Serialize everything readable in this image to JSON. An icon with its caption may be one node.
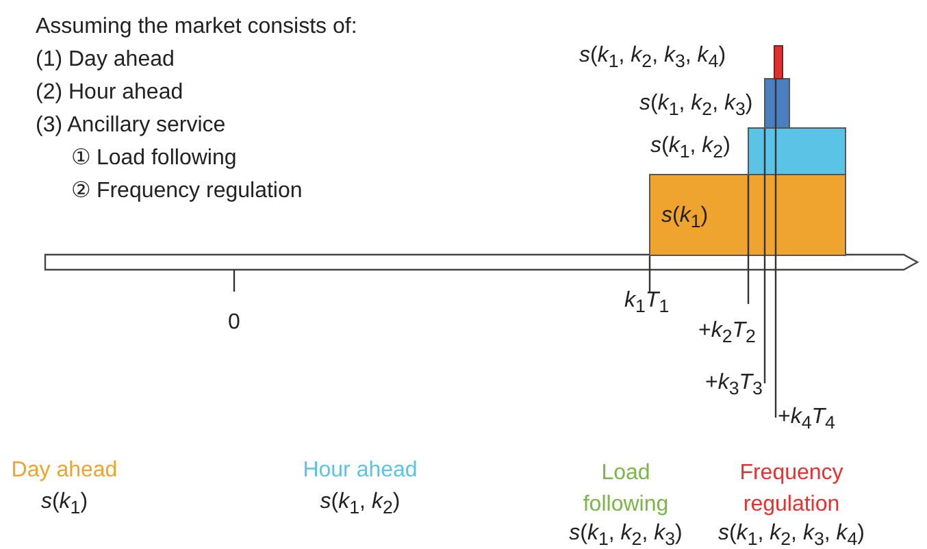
{
  "diagram": {
    "nodes": [
      {
        "text": [],
        "shape": "bar",
        "beside": [
          "*s*(*k*$_{1}$, *k*$_{2}$, *k*$_{3}$, *k*$_{4}$)"
        ]
      },
      {
        "text": [],
        "shape": "box",
        "beside": [
          "*s*(*k*$_{1}$, *k*$_{2}$, *k*$_{3}$)"
        ]
      },
      {
        "text": [],
        "shape": "box",
        "beside": [
          "*s*(*k*$_{1}$, *k*$_{2}$)"
        ]
      },
      {
        "text": [
          "*s*(*k*$_{1}$)"
        ]
      },
      {
        "text": [
          "*k*$_{1}$*T*$_{1}$"
        ]
      },
      {
        "text": [
          "+*k*$_{2}$*T*$_{2}$"
        ]
      },
      {
        "text": [
          "+*k*$_{3}$*T*$_{3}$"
        ]
      },
      {
        "text": [
          "+*k*$_{4}$*T*$_{4}$"
        ]
      }
    ],
    "edges": [
      {
        "from": 4,
        "to": 3,
        "arrow": "none"
      },
      {
        "from": 5,
        "to": 2,
        "arrow": "none"
      },
      {
        "from": 6,
        "to": 1,
        "arrow": "none"
      },
      {
        "from": 7,
        "to": 0,
        "arrow": "none"
      }
    ],
    "labels": [
      "Assuming the market consists of:",
      "(1) Day ahead",
      "(2) Hour ahead",
      "(3) Ancillary service",
      "① Load following",
      "② Frequency regulation",
      "0",
      "Day ahead",
      "*s*(*k*$_{1}$)",
      "Hour ahead",
      "*s*(*k*$_{1}$, *k*$_{2}$)",
      "Load following",
      "*s*(*k*$_{1}$, *k*$_{2}$, *k*$_{3}$)",
      "Frequency regulation",
      "*s*(*k*$_{1}$, *k*$_{2}$, *k*$_{3}$, *k*$_{4}$)"
    ]
  }
}
